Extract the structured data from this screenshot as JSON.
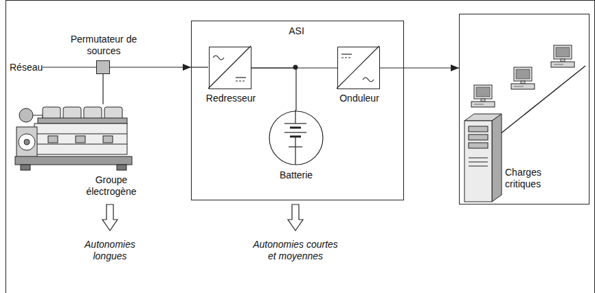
{
  "diagram": {
    "nodes": [
      {
        "text": [
          "Permutateur de sources"
        ]
      },
      {
        "text": [
          "Groupe électrogène"
        ]
      },
      {
        "text": [
          "ASI"
        ]
      },
      {
        "text": [
          "Redresseur"
        ],
        "in": 2
      },
      {
        "text": [
          "Batterie"
        ],
        "in": 2
      },
      {
        "text": [
          "Onduleur"
        ],
        "in": 2
      },
      {
        "text": [
          "Charges critiques"
        ]
      }
    ],
    "edges": [
      {
        "from": 0,
        "to": 2,
        "arrow": "to"
      },
      {
        "from": 1,
        "to": 0,
        "arrow": "none"
      },
      {
        "from": 3,
        "to": 5,
        "arrow": "none"
      },
      {
        "from": 4,
        "to": 3,
        "arrow": "none"
      },
      {
        "from": 5,
        "to": 6,
        "arrow": "to"
      }
    ],
    "labels": [
      "Réseau",
      "Autonomies longues",
      "Autonomies courtes et moyennes"
    ]
  }
}
